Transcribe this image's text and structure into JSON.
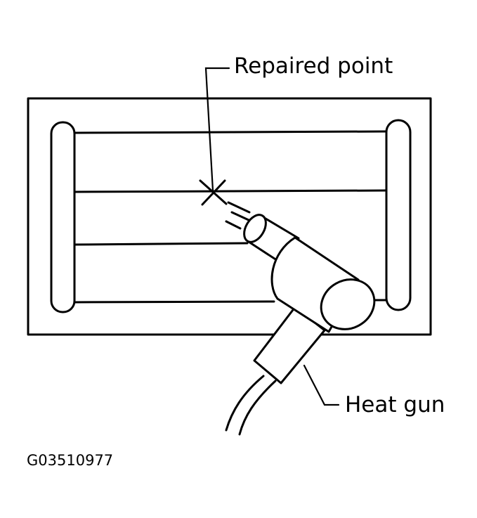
{
  "labels": {
    "repaired_point": "Repaired point",
    "heat_gun": "Heat gun",
    "figure_code": "G03510977"
  },
  "colors": {
    "line": "#000000",
    "background": "#ffffff"
  },
  "icons": {
    "repair_mark": "x-mark-icon",
    "heat_gun": "heat-gun-icon"
  }
}
